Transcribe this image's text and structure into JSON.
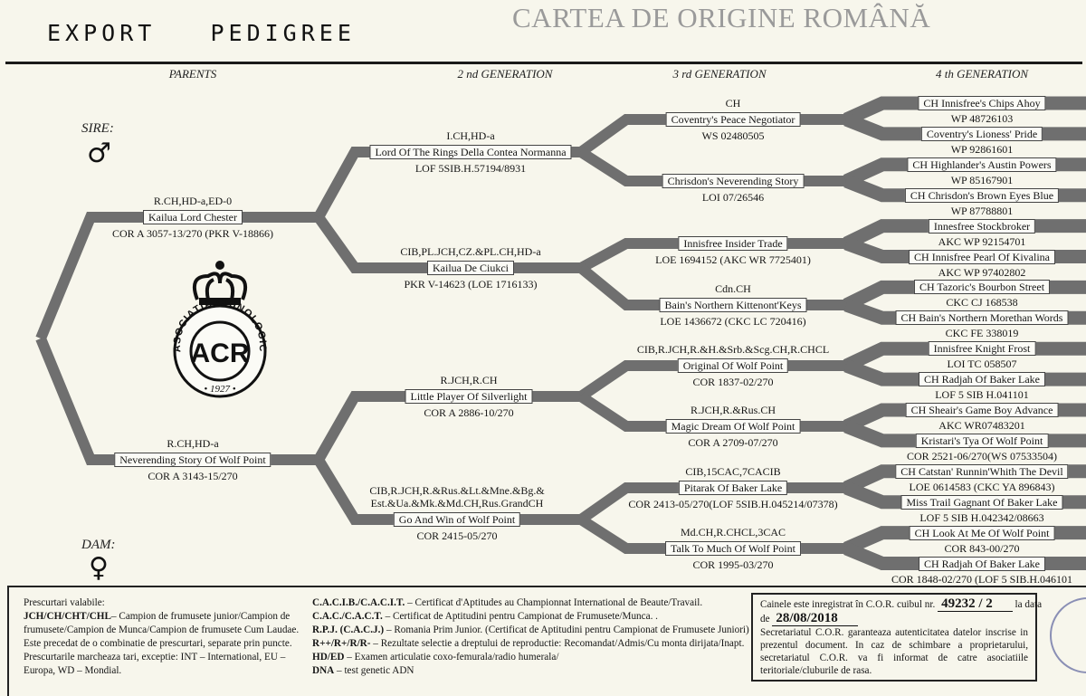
{
  "header": {
    "title": "EXPORT   PEDIGREE",
    "registry": "CARTEA DE ORIGINE ROMÂNĂ"
  },
  "columns": [
    "PARENTS",
    "2 nd GENERATION",
    "3 rd GENERATION",
    "4 th GENERATION"
  ],
  "sire_label": "SIRE:",
  "sire_symbol": "♂",
  "dam_label": "DAM:",
  "dam_symbol": "♀",
  "logo": {
    "arc_text": "ASOCIATIA CHINOLOGICA ROMANA",
    "monogram": "ACR",
    "year": "• 1927 •"
  },
  "parents": [
    {
      "titles": "R.CH,HD-a,ED-0",
      "name": "Kailua Lord Chester",
      "reg": "COR A 3057-13/270 (PKR V-18866)"
    },
    {
      "titles": "R.CH,HD-a",
      "name": "Neverending Story Of Wolf Point",
      "reg": "COR A 3143-15/270"
    }
  ],
  "gen2": [
    {
      "titles": "I.CH,HD-a",
      "name": "Lord Of The Rings Della Contea Normanna",
      "reg": "LOF 5SIB.H.57194/8931"
    },
    {
      "titles": "CIB,PL.JCH,CZ.&PL.CH,HD-a",
      "name": "Kailua De Ciukci",
      "reg": "PKR V-14623 (LOE 1716133)"
    },
    {
      "titles": "R.JCH,R.CH",
      "name": "Little Player Of Silverlight",
      "reg": "COR A 2886-10/270"
    },
    {
      "titles": "CIB,R.JCH,R.&Rus.&Lt.&Mne.&Bg.&\nEst.&Ua.&Mk.&Md.CH,Rus.GrandCH",
      "name": "Go And Win of Wolf Point",
      "reg": "COR 2415-05/270"
    }
  ],
  "gen3": [
    {
      "titles": "CH",
      "name": "Coventry's Peace Negotiator",
      "reg": "WS 02480505"
    },
    {
      "titles": "",
      "name": "Chrisdon's Neverending Story",
      "reg": "LOI 07/26546"
    },
    {
      "titles": "",
      "name": "Innisfree Insider Trade",
      "reg": "LOE 1694152 (AKC WR 7725401)"
    },
    {
      "titles": "Cdn.CH",
      "name": "Bain's Northern Kittenont'Keys",
      "reg": "LOE 1436672 (CKC LC 720416)"
    },
    {
      "titles": "CIB,R.JCH,R.&H.&Srb.&Scg.CH,R.CHCL",
      "name": "Original Of Wolf Point",
      "reg": "COR 1837-02/270"
    },
    {
      "titles": "R.JCH,R.&Rus.CH",
      "name": "Magic Dream Of Wolf Point",
      "reg": "COR A 2709-07/270"
    },
    {
      "titles": "CIB,15CAC,7CACIB",
      "name": "Pitarak Of Baker Lake",
      "reg": "COR 2413-05/270(LOF 5SIB.H.045214/07378)"
    },
    {
      "titles": "Md.CH,R.CHCL,3CAC",
      "name": "Talk To Much Of Wolf Point",
      "reg": "COR 1995-03/270"
    }
  ],
  "gen4": [
    {
      "name": "CH Innisfree's Chips Ahoy",
      "reg": "WP 48726103"
    },
    {
      "name": "Coventry's Lioness' Pride",
      "reg": "WP 92861601"
    },
    {
      "name": "CH Highlander's Austin Powers",
      "reg": "WP 85167901"
    },
    {
      "name": "CH Chrisdon's Brown Eyes Blue",
      "reg": "WP 87788801"
    },
    {
      "name": "Innesfree Stockbroker",
      "reg": "AKC WP 92154701"
    },
    {
      "name": "CH Innisfree Pearl Of Kivalina",
      "reg": "AKC WP 97402802"
    },
    {
      "name": "CH Tazoric's Bourbon Street",
      "reg": "CKC CJ 168538"
    },
    {
      "name": "CH Bain's Northern Morethan Words",
      "reg": "CKC FE 338019"
    },
    {
      "name": "Innisfree Knight Frost",
      "reg": "LOI TC 058507"
    },
    {
      "name": "CH Radjah Of Baker Lake",
      "reg": "LOF 5 SIB H.041101"
    },
    {
      "name": "CH Sheair's Game Boy Advance",
      "reg": "AKC WR07483201"
    },
    {
      "name": "Kristari's Tya Of Wolf Point",
      "reg": "COR 2521-06/270(WS 07533504)"
    },
    {
      "name": "CH Catstan' Runnin'Whith The Devil",
      "reg": "LOE 0614583 (CKC YA 896843)"
    },
    {
      "name": "Miss Trail Gagnant Of Baker  Lake",
      "reg": "LOF 5 SIB H.042342/08663"
    },
    {
      "name": "CH Look At Me Of Wolf Point",
      "reg": "COR 843-00/270"
    },
    {
      "name": "CH Radjah Of Baker Lake",
      "reg": "COR 1848-02/270 (LOF 5 SIB.H.046101"
    }
  ],
  "footer": {
    "abbrev_title": "Prescurtari valabile:",
    "left_lines": [
      {
        "b": "JCH/CH/CHT/CHL",
        "t": "– Campion de frumusete junior/Campion de"
      },
      {
        "b": "",
        "t": "frumusete/Campion de Munca/Campion de frumusete Cum Laudae."
      },
      {
        "b": "",
        "t": "Este precedat de o combinatie de prescurtari, separate prin puncte."
      },
      {
        "b": "",
        "t": "Prescurtarile marcheaza tari, exceptie:  INT – International, EU –"
      },
      {
        "b": "",
        "t": "Europa, WD – Mondial."
      }
    ],
    "mid_lines": [
      {
        "b": "C.A.C.I.B./C.A.C.I.T.",
        "t": " – Certificat d'Aptitudes au Championnat International de Beaute/Travail."
      },
      {
        "b": "C.A.C./C.A.C.T.",
        "t": " – Certificat de Aptitudini pentru Campionat de Frumusete/Munca. ."
      },
      {
        "b": "R.P.J. (C.A.C.J.)",
        "t": " – Romania Prim Junior. (Certificat de Aptitudini pentru Campionat de Frumusete Juniori)"
      },
      {
        "b": "R++/R+/R/R-",
        "t": " – Rezultate selectie a dreptului de reproductie: Recomandat/Admis/Cu monta dirijata/Inapt."
      },
      {
        "b": "HD/ED",
        "t": " – Examen articulatie coxo-femurala/radio humerala/"
      },
      {
        "b": "DNA",
        "t": " – test genetic ADN"
      }
    ],
    "reg_text_1": "Cainele este inregistrat în C.O.R. cuibul nr.",
    "litter_no": "49232 / 2",
    "reg_text_2": "la data",
    "reg_text_3": "de",
    "reg_date": "28/08/2018",
    "reg_text_4": "Secretariatul C.O.R. garanteaza autenticitatea datelor inscrise in prezentul document. In caz de schimbare a proprietarului, secretariatul C.O.R. va fi informat de catre asociatiile teritoriale/cluburile de rasa."
  },
  "colors": {
    "band": "#6f6f6f",
    "paper": "#f7f6ec",
    "registry_title": "#9a9a9a"
  }
}
